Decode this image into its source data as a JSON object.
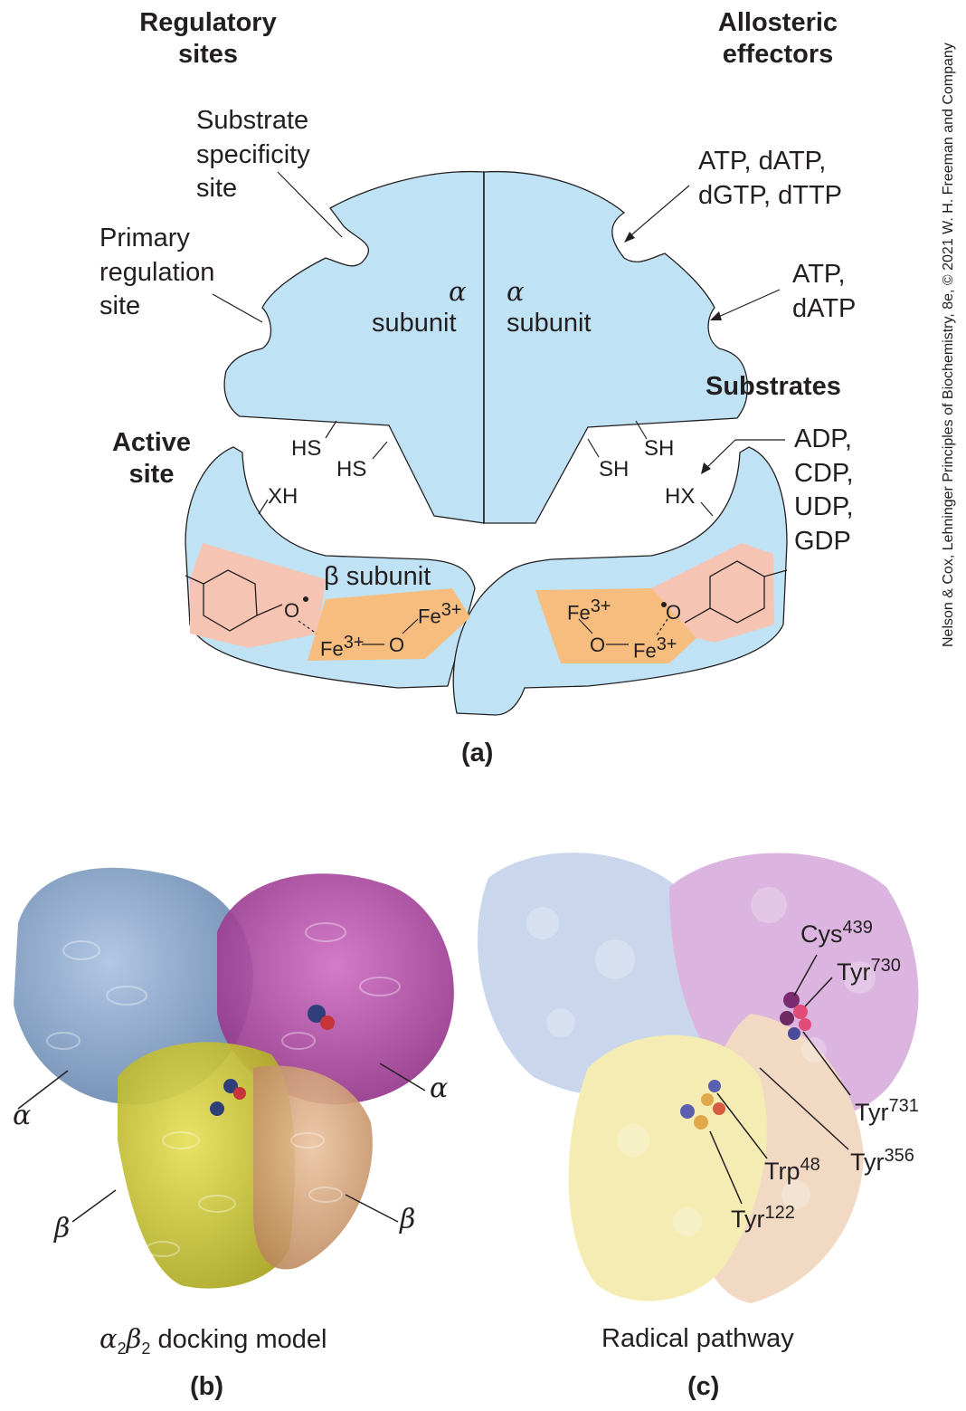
{
  "panel_a": {
    "header_left": "Regulatory\nsites",
    "header_right": "Allosteric\neffectors",
    "substrate_site": "Substrate\nspecificity\nsite",
    "primary_site": "Primary\nregulation\nsite",
    "effectors_1": "ATP, dATP,\ndGTP,  dTTP",
    "effectors_2": "ATP,\ndATP",
    "substrates_header": "Substrates",
    "substrates_list": "ADP,\nCDP,\nUDP,\nGDP",
    "active_site": "Active\nsite",
    "alpha_symbol": "α",
    "subunit_word": "subunit",
    "beta_subunit": "β subunit",
    "hs": "HS",
    "sh": "SH",
    "xh": "XH",
    "hx": "HX",
    "o": "O",
    "fe": "Fe",
    "fe_charge": "3+",
    "panel_label": "(a)"
  },
  "panel_b": {
    "alpha": "α",
    "beta": "β",
    "caption_alpha": "α",
    "caption_sub2": "2",
    "caption_beta": "β",
    "caption_rest": " docking model",
    "panel_label": "(b)"
  },
  "panel_c": {
    "residues": {
      "cys439": {
        "name": "Cys",
        "num": "439"
      },
      "tyr730": {
        "name": "Tyr",
        "num": "730"
      },
      "tyr731": {
        "name": "Tyr",
        "num": "731"
      },
      "tyr356": {
        "name": "Tyr",
        "num": "356"
      },
      "trp48": {
        "name": "Trp",
        "num": "48"
      },
      "tyr122": {
        "name": "Tyr",
        "num": "122"
      }
    },
    "caption": "Radical pathway",
    "panel_label": "(c)"
  },
  "credit": "Nelson & Cox, Lehninger Principles of Biochemistry, 8e, © 2021 W. H. Freeman and Company",
  "colors": {
    "alpha_subunit": "#bfe3f5",
    "radical_pink": "#f5c4b3",
    "iron_orange": "#f6bd7e",
    "ribbon_blue": "#7f9fc6",
    "ribbon_magenta": "#b04aa3",
    "ribbon_yellow": "#d6d03a",
    "ribbon_tan": "#d7a57a",
    "surface_blue": "#c9d6ec",
    "surface_purple": "#dbb4df",
    "surface_yellow": "#f4ecb2",
    "surface_tan": "#f1d9c4"
  }
}
